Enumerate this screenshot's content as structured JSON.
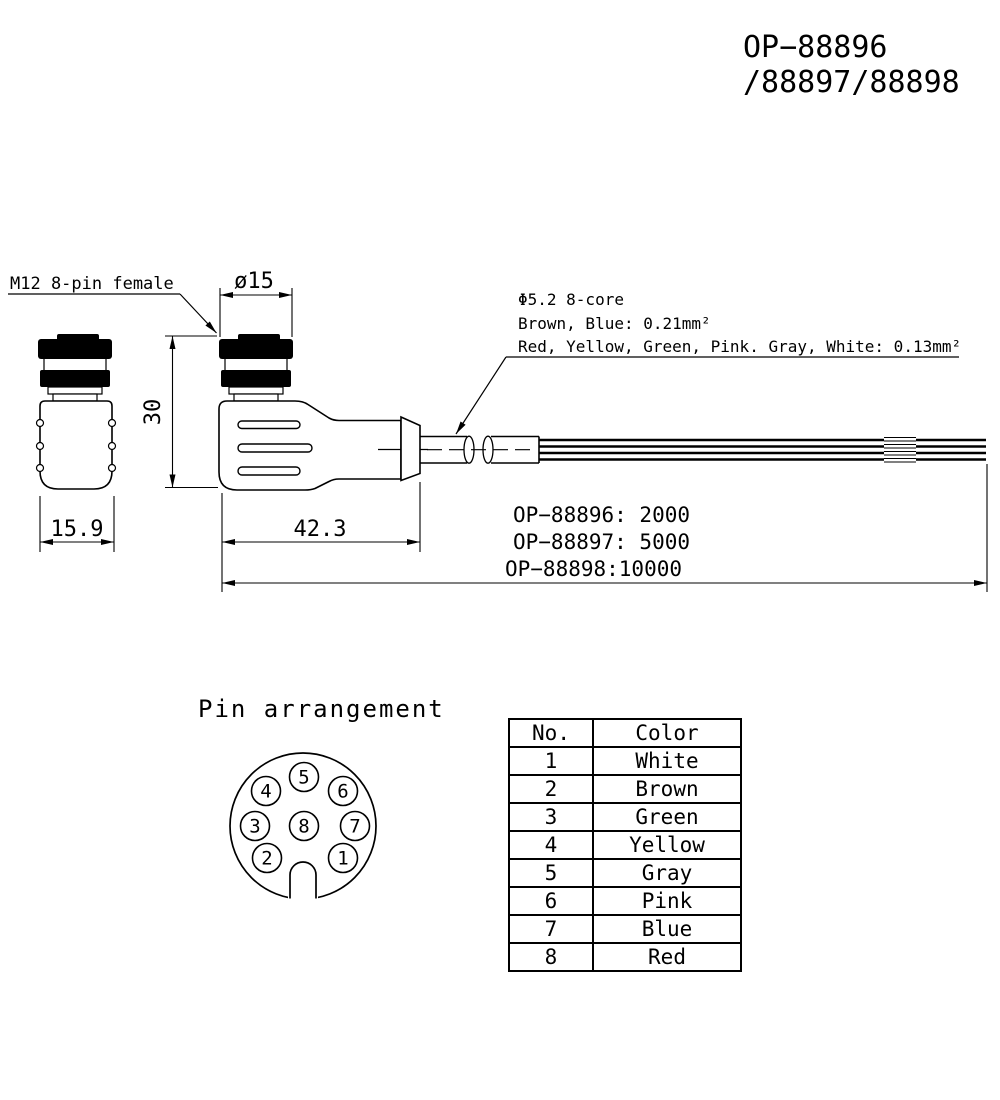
{
  "doc": {
    "title_line1": "OP−88896",
    "title_line2": "/88897/88898"
  },
  "labels": {
    "connector": "M12 8-pin female",
    "cable_spec_line1": "Φ5.2 8-core",
    "cable_spec_line2": "Brown, Blue: 0.21mm²",
    "cable_spec_line3": "Red, Yellow, Green, Pink. Gray, White: 0.13mm²",
    "pin_arrangement_title": "Pin arrangement"
  },
  "dimensions": {
    "coupling_diameter": "ø15",
    "connector_height": "30",
    "connector_width": "15.9",
    "body_length": "42.3"
  },
  "cable_lengths": {
    "l1": "OP−88896: 2000",
    "l2": "OP−88897: 5000",
    "l3": "OP−88898:10000"
  },
  "pins": [
    "1",
    "2",
    "3",
    "4",
    "5",
    "6",
    "7",
    "8"
  ],
  "wire_table": {
    "headers": {
      "no": "No.",
      "color": "Color"
    },
    "rows": [
      {
        "no": "1",
        "color": "White"
      },
      {
        "no": "2",
        "color": "Brown"
      },
      {
        "no": "3",
        "color": "Green"
      },
      {
        "no": "4",
        "color": "Yellow"
      },
      {
        "no": "5",
        "color": "Gray"
      },
      {
        "no": "6",
        "color": "Pink"
      },
      {
        "no": "7",
        "color": "Blue"
      },
      {
        "no": "8",
        "color": "Red"
      }
    ]
  },
  "colors": {
    "line": "#000000",
    "background": "#ffffff"
  }
}
